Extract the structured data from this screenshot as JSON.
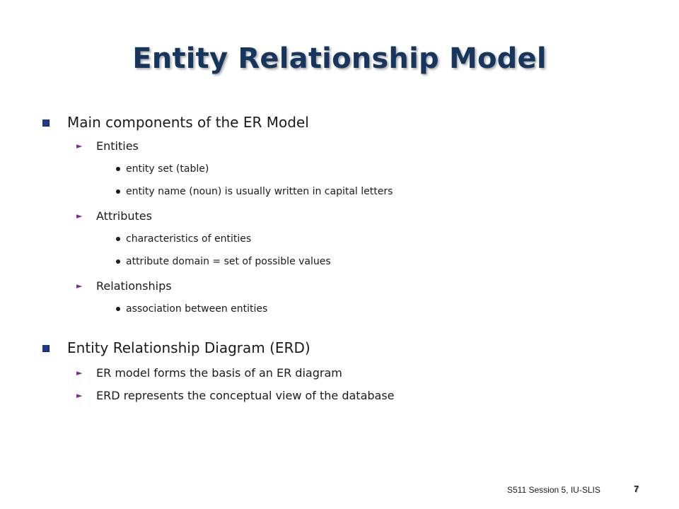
{
  "slide": {
    "title": "Entity Relationship Model",
    "sections": [
      {
        "text": "Main components of the ER Model",
        "items": [
          {
            "text": "Entities",
            "subitems": [
              "entity set (table)",
              "entity name (noun) is usually written in capital letters"
            ]
          },
          {
            "text": "Attributes",
            "subitems": [
              "characteristics of entities",
              "attribute domain = set of possible values"
            ]
          },
          {
            "text": "Relationships",
            "subitems": [
              "association between entities"
            ]
          }
        ]
      },
      {
        "text": "Entity Relationship Diagram (ERD)",
        "items": [
          {
            "text": "ER model forms the basis of an ER diagram",
            "subitems": []
          },
          {
            "text": "ERD represents the conceptual view of the database",
            "subitems": []
          }
        ]
      }
    ]
  },
  "footer": {
    "text": "S511 Session 5, IU-SLIS",
    "page_number": "7"
  },
  "colors": {
    "title": "#17365d",
    "level1_bullet": "#1f3a8a",
    "level2_bullet": "#7b2d8e"
  }
}
